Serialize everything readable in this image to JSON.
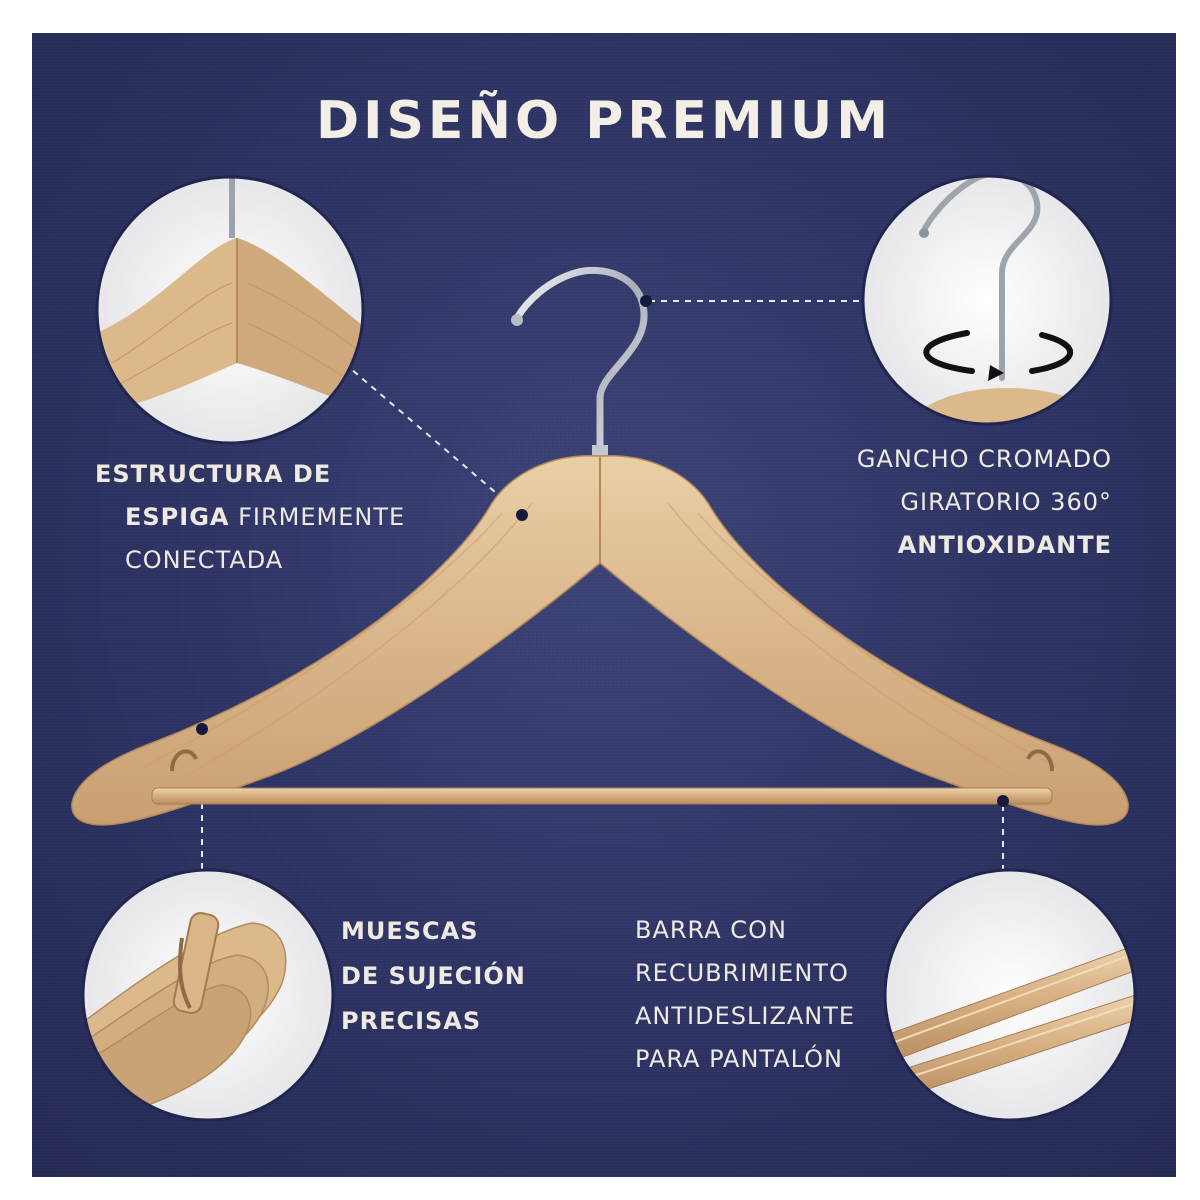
{
  "title": "DISEÑO PREMIUM",
  "features": {
    "structure": {
      "line1": "ESTRUCTURA DE",
      "line2_bold": "ESPIGA",
      "line2_rest": " FIRMEMENTE",
      "line3": "CONECTADA"
    },
    "hook": {
      "line1": "GANCHO CROMADO",
      "line2": "GIRATORIO 360°",
      "line3": "ANTIOXIDANTE"
    },
    "notches": {
      "line1": "MUESCAS",
      "line2": "DE SUJECIÓN",
      "line3": "PRECISAS"
    },
    "bar": {
      "line1": "BARRA CON",
      "line2": "RECUBRIMIENTO",
      "line3": "ANTIDESLIZANTE",
      "line4": "PARA PANTALÓN"
    }
  },
  "colors": {
    "background": "#2f3566",
    "wood": "#dcb98c",
    "chrome": "#c9ccd3",
    "text": "#eeeae2"
  }
}
